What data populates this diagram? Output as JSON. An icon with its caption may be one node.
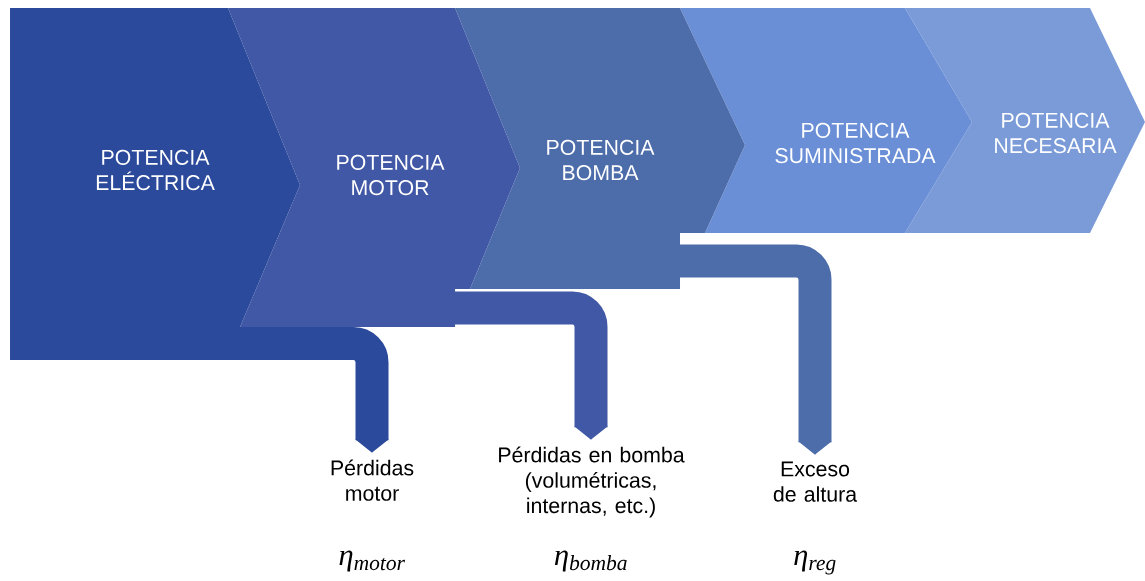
{
  "diagram": {
    "nodes": [
      {
        "text": [
          "POTENCIA ELÉCTRICA"
        ]
      },
      {
        "text": [
          "POTENCIA MOTOR"
        ]
      },
      {
        "text": [
          "POTENCIA BOMBA"
        ]
      },
      {
        "text": [
          "POTENCIA SUMINISTRADA"
        ]
      },
      {
        "text": [
          "POTENCIA NECESARIA"
        ]
      },
      {
        "text": [
          "Pérdidas motor"
        ],
        "beside": [
          "η$_{motor}$"
        ]
      },
      {
        "text": [
          "Pérdidas en bomba (volumétricas, internas, etc.)"
        ],
        "beside": [
          "η$_{bomba}$"
        ]
      },
      {
        "text": [
          "Exceso de altura"
        ],
        "beside": [
          "η$_{reg}$"
        ]
      }
    ],
    "edges": [
      {
        "from": 0,
        "to": 5,
        "arrow": "to",
        "color": "#2b4a9b"
      },
      {
        "from": 1,
        "to": 6,
        "arrow": "to",
        "color": "#4158a6"
      },
      {
        "from": 2,
        "to": 7,
        "arrow": "to",
        "color": "#4d6daa"
      }
    ]
  }
}
